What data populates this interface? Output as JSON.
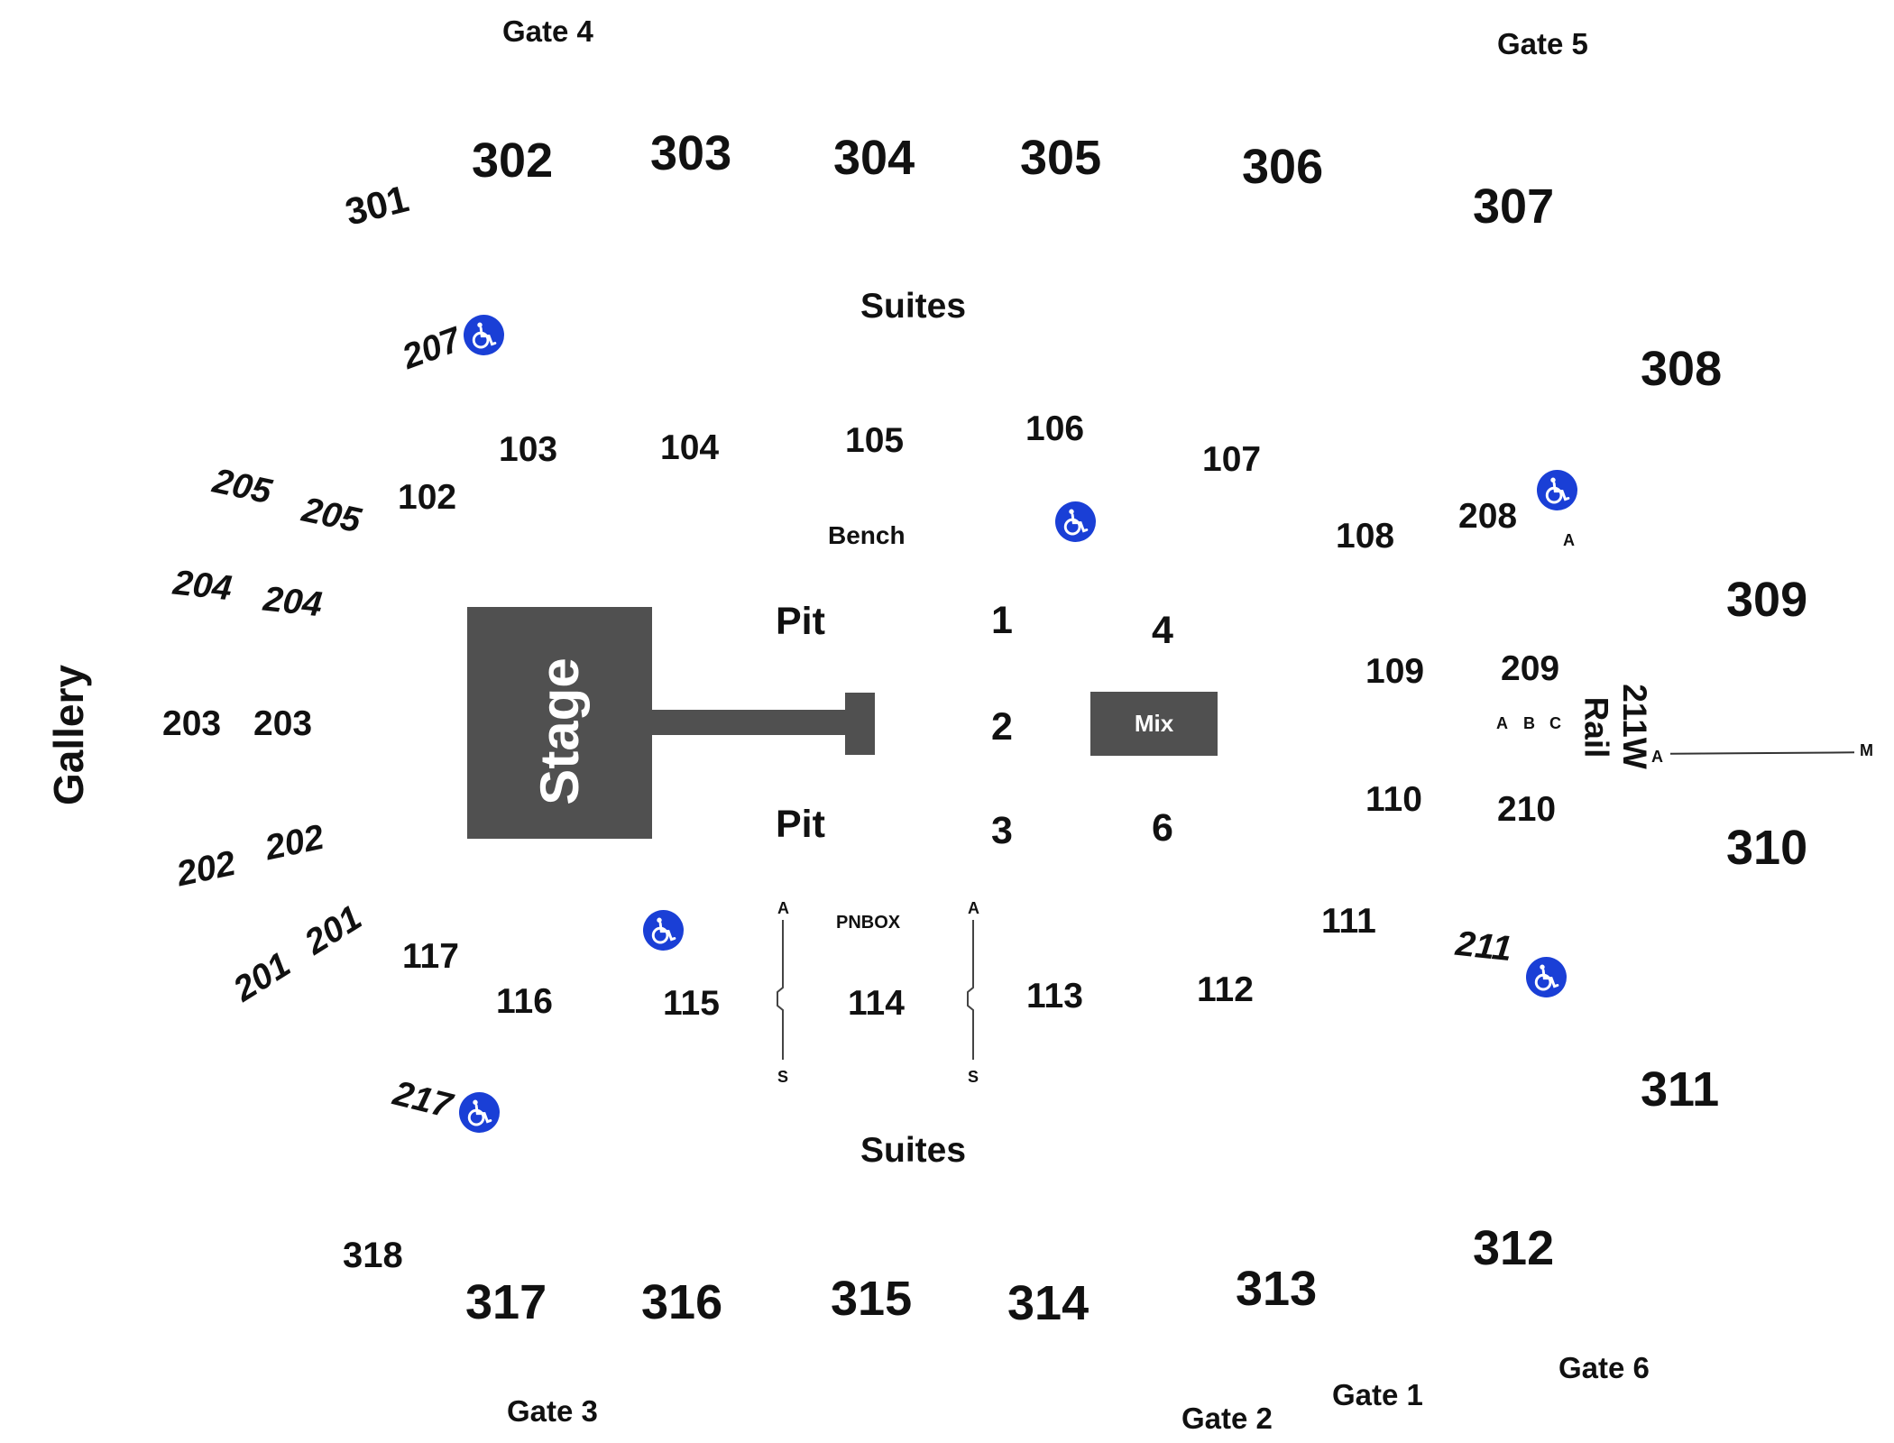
{
  "gates": {
    "g1": "Gate 1",
    "g2": "Gate 2",
    "g3": "Gate 3",
    "g4": "Gate 4",
    "g5": "Gate 5",
    "g6": "Gate 6"
  },
  "labels": {
    "gallery": "Gallery",
    "stage": "Stage",
    "mix": "Mix",
    "suites_top": "Suites",
    "suites_bottom": "Suites",
    "bench": "Bench",
    "pit_top": "Pit",
    "pit_bottom": "Pit",
    "pnbox": "PNBOX",
    "rail": "Rail"
  },
  "upper": {
    "s301": "301",
    "s302": "302",
    "s303": "303",
    "s304": "304",
    "s305": "305",
    "s306": "306",
    "s307": "307",
    "s308": "308",
    "s309": "309",
    "s310": "310",
    "s311": "311",
    "s312": "312",
    "s313": "313",
    "s314": "314",
    "s315": "315",
    "s316": "316",
    "s317": "317",
    "s318": "318"
  },
  "mezz": {
    "s201a": "201",
    "s201b": "201",
    "s202a": "202",
    "s202b": "202",
    "s203a": "203",
    "s203b": "203",
    "s204a": "204",
    "s204b": "204",
    "s205a": "205",
    "s205b": "205",
    "s207": "207",
    "s208": "208",
    "s209": "209",
    "s210": "210",
    "s211": "211",
    "s211w": "211W",
    "s217": "217"
  },
  "lower": {
    "s102": "102",
    "s103": "103",
    "s104": "104",
    "s105": "105",
    "s106": "106",
    "s107": "107",
    "s108": "108",
    "s109": "109",
    "s110": "110",
    "s111": "111",
    "s112": "112",
    "s113": "113",
    "s114": "114",
    "s115": "115",
    "s116": "116",
    "s117": "117"
  },
  "floor": {
    "f1": "1",
    "f2": "2",
    "f3": "3",
    "f4": "4",
    "f6": "6"
  },
  "rows": {
    "a208": "A",
    "a_left": "A",
    "s_left": "S",
    "a_right": "A",
    "s_right": "S",
    "ra": "A",
    "rb": "B",
    "rc": "C",
    "rail_a": "A",
    "rail_m": "M"
  },
  "colors": {
    "stage": "#505050",
    "accessible": "#1a3fd6"
  },
  "icons": {
    "accessible": "wheelchair-icon"
  }
}
